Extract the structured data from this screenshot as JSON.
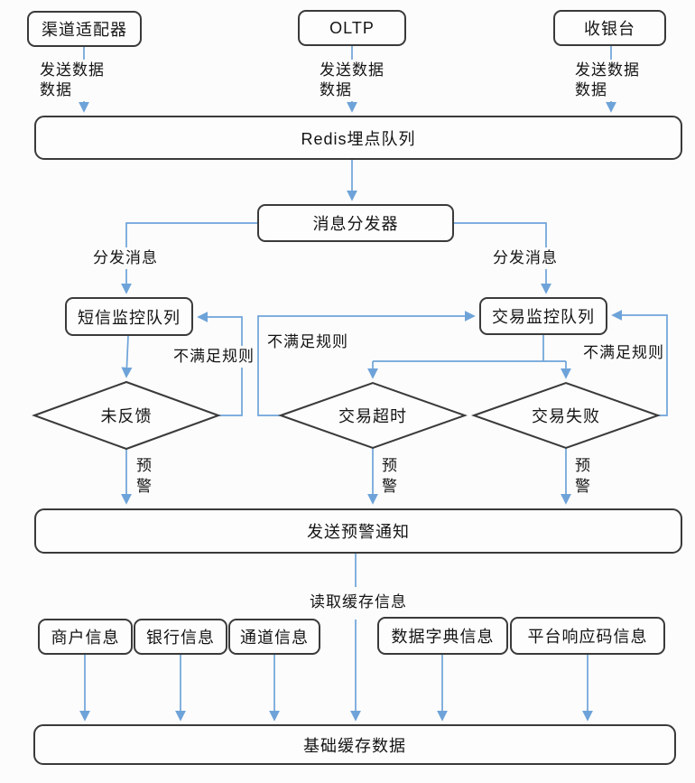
{
  "nodes": {
    "channel_adapter": "渠道适配器",
    "oltp": "OLTP",
    "cashier": "收银台",
    "redis_queue": "Redis埋点队列",
    "dispatcher": "消息分发器",
    "sms_queue": "短信监控队列",
    "trade_queue": "交易监控队列",
    "no_feedback": "未反馈",
    "trade_timeout": "交易超时",
    "trade_failed": "交易失败",
    "send_alert": "发送预警通知",
    "merchant_info": "商户信息",
    "bank_info": "银行信息",
    "channel_info": "通道信息",
    "data_dict_info": "数据字典信息",
    "platform_resp_info": "平台响应码信息",
    "base_cache": "基础缓存数据"
  },
  "edge_labels": {
    "send_data": "发送数据",
    "data": "数据",
    "dispatch_message": "分发消息",
    "rule_not_met": "不满足规则",
    "alert_char1": "预",
    "alert_char2": "警",
    "read_cache": "读取缓存信息"
  },
  "colors": {
    "arrow": "#6ea3d9",
    "node_border": "#3a3a3a",
    "background": "#fcfcfc",
    "text": "#141414"
  }
}
